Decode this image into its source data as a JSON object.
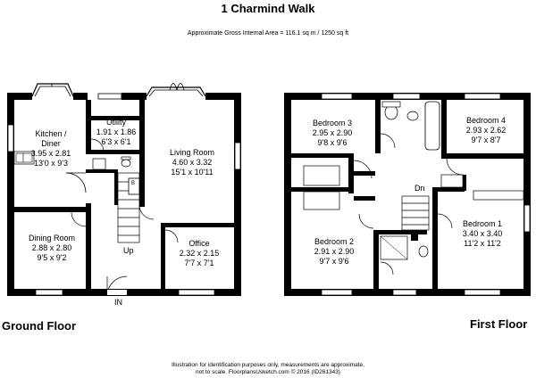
{
  "title": "1 Charmind Walk",
  "area_text": "Approximate Gross Internal Area = 116.1 sq m / 1250 sq ft",
  "floors": {
    "ground": {
      "label": "Ground Floor",
      "rooms": {
        "kitchen": {
          "name1": "Kitchen /",
          "name2": "Diner",
          "metric": "3.95 x 2.81",
          "imperial": "13'0 x 9'3"
        },
        "utility": {
          "name": "Utility",
          "metric": "1.91 x 1.86",
          "imperial": "6'3 x 6'1"
        },
        "living": {
          "name": "Living Room",
          "metric": "4.60 x 3.32",
          "imperial": "15'1 x 10'11"
        },
        "dining": {
          "name": "Dining Room",
          "metric": "2.88 x 2.80",
          "imperial": "9'5 x 9'2"
        },
        "office": {
          "name": "Office",
          "metric": "2.32 x 2.15",
          "imperial": "7'7 x 7'1"
        }
      },
      "up_label": "Up",
      "in_label": "IN",
      "cupboard_label": "B"
    },
    "first": {
      "label": "First Floor",
      "rooms": {
        "bedroom3": {
          "name": "Bedroom 3",
          "metric": "2.95 x 2.90",
          "imperial": "9'8 x 9'6"
        },
        "bedroom4": {
          "name": "Bedroom 4",
          "metric": "2.93 x 2.62",
          "imperial": "9'7 x 8'7"
        },
        "bedroom2": {
          "name": "Bedroom 2",
          "metric": "2.91 x 2.90",
          "imperial": "9'7 x 9'6"
        },
        "bedroom1": {
          "name": "Bedroom 1",
          "metric": "3.40 x 3.40",
          "imperial": "11'2 x 11'2"
        }
      },
      "dn_label": "Dn"
    }
  },
  "disclaimer": {
    "line1": "Illustration for identification purposes only, measurements are approximate,",
    "line2": "not to scale. FloorplansUsketch.com © 2016 (ID261343)"
  },
  "colors": {
    "wall": "#000000",
    "window": "#ffffff",
    "stroke": "#000000"
  }
}
